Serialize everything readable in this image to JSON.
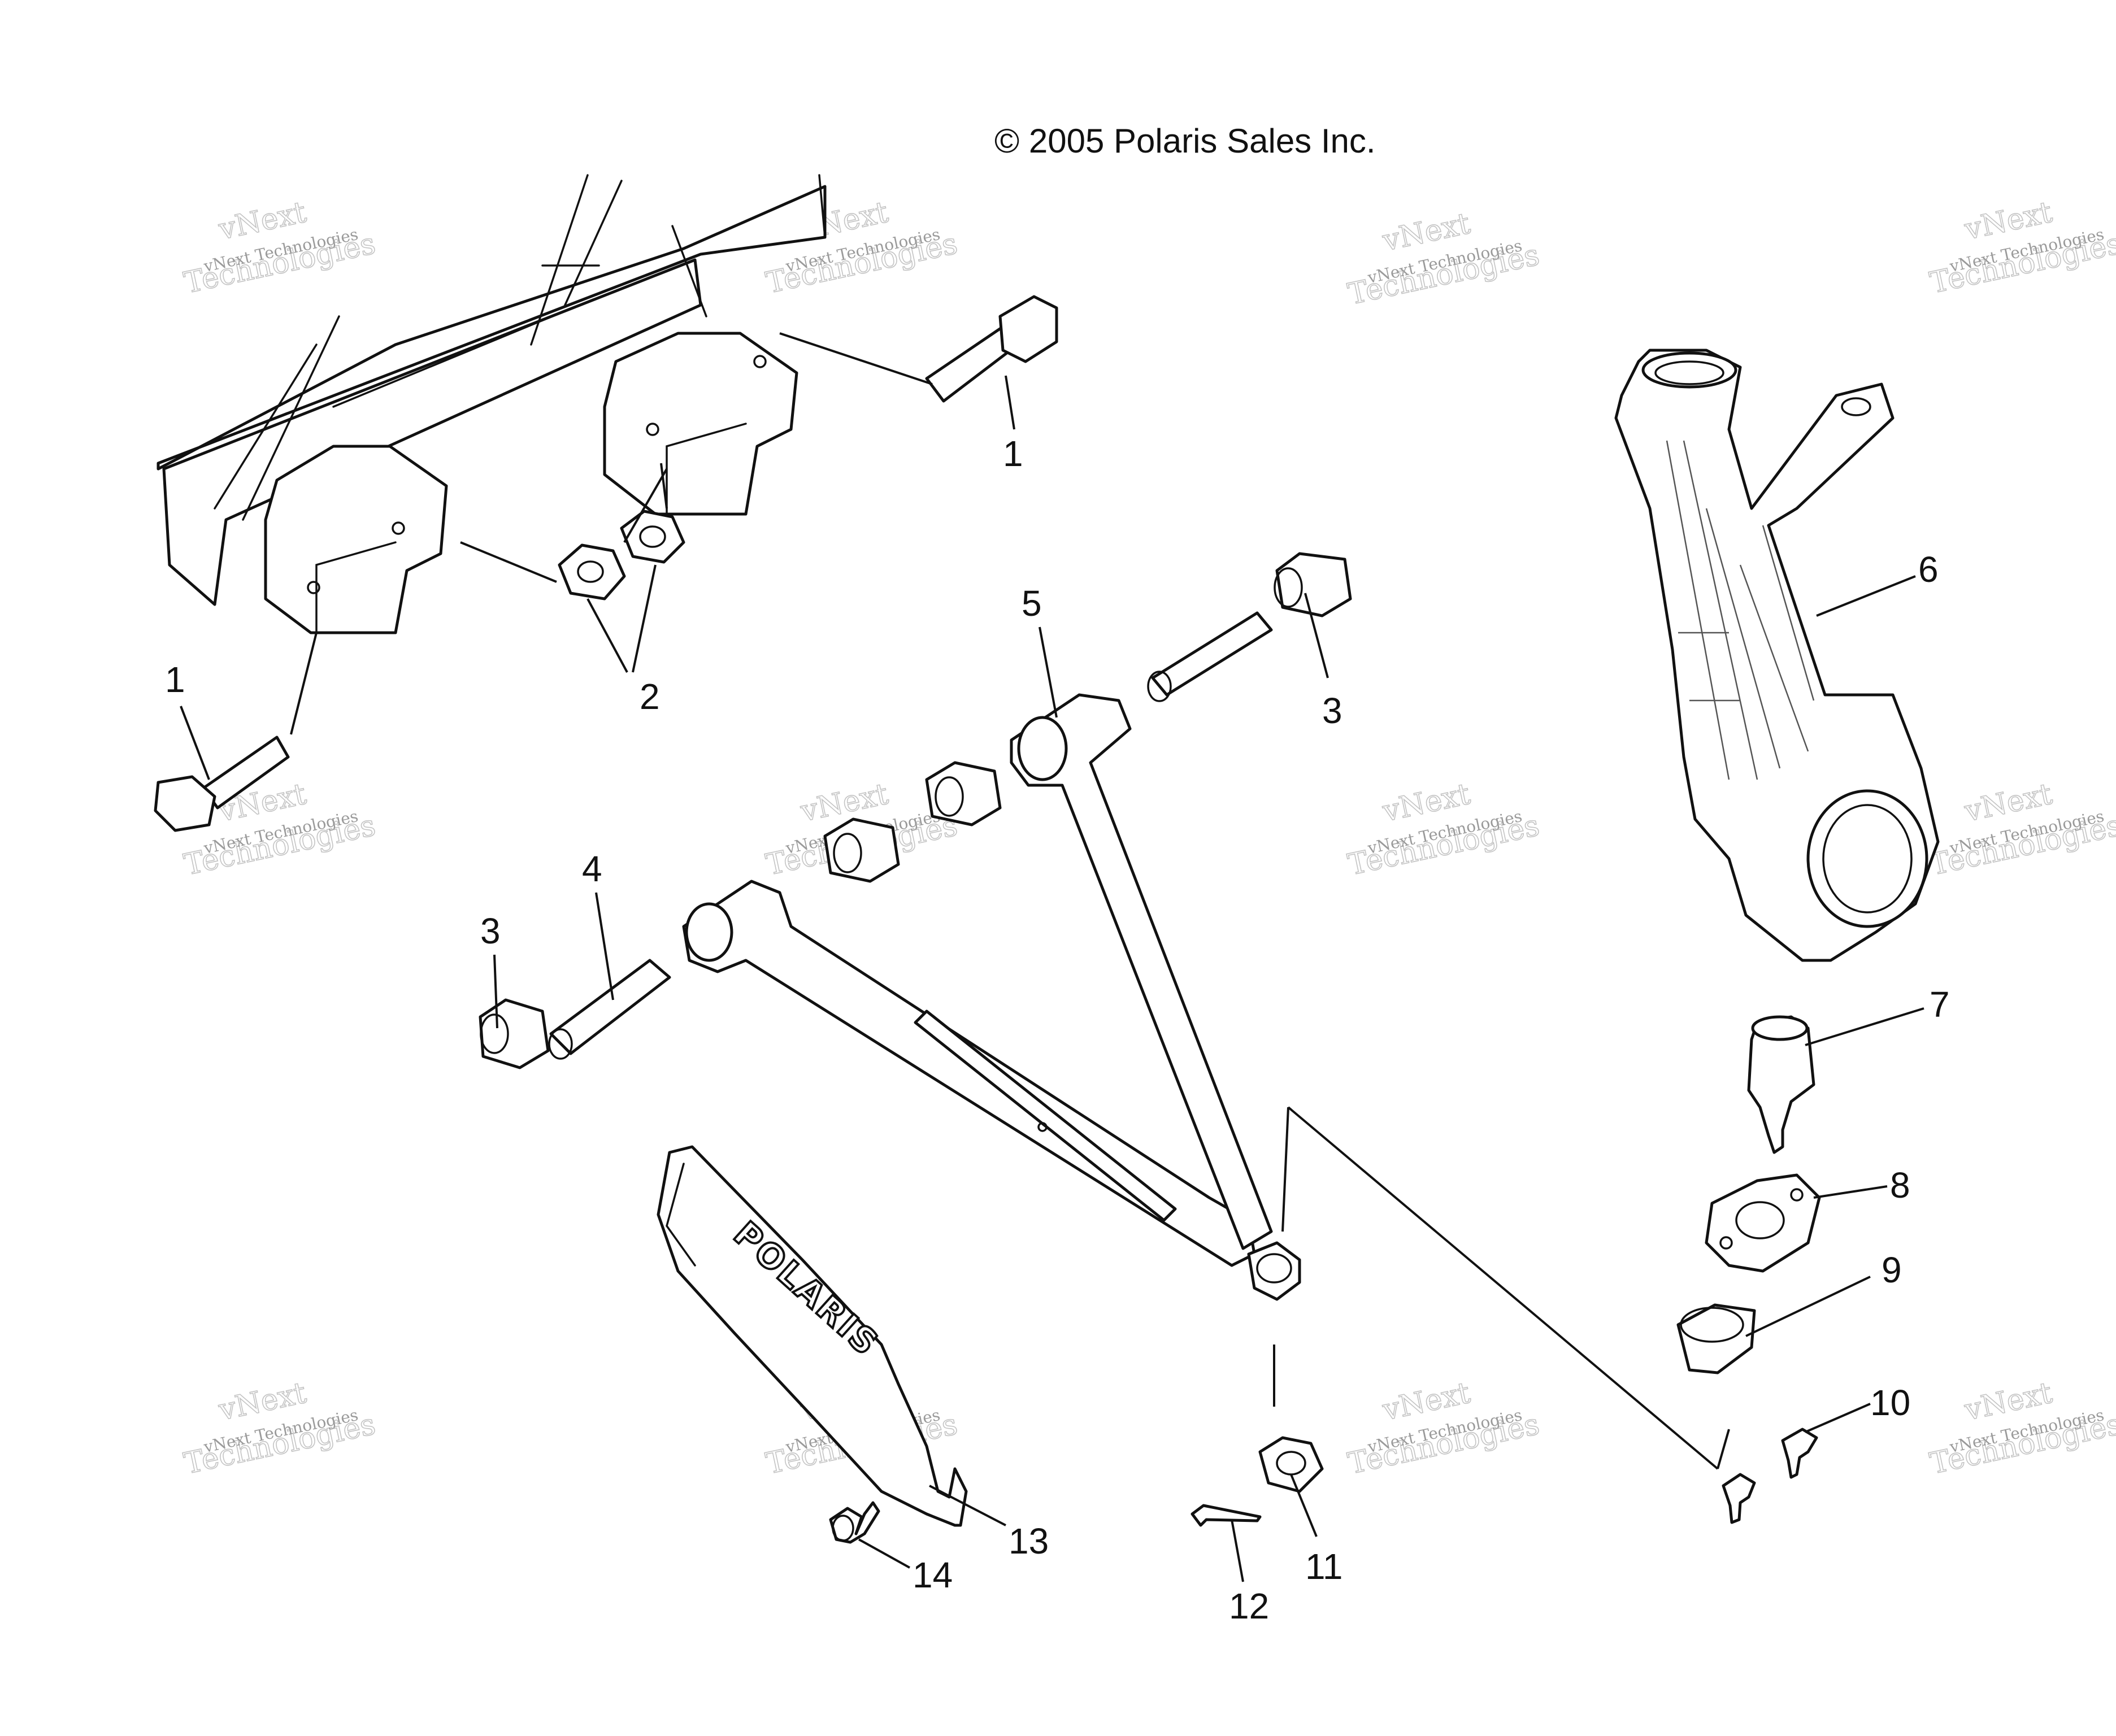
{
  "copyright": "© 2005 Polaris Sales Inc.",
  "watermark": {
    "line_small": "vNext Technologies",
    "line_big_top": "vNext",
    "line_big_bottom": "Technologies"
  },
  "logo_text": "POLARIS",
  "callouts": {
    "c1a": "1",
    "c1b": "1",
    "c2": "2",
    "c3a": "3",
    "c3b": "3",
    "c4": "4",
    "c5": "5",
    "c6": "6",
    "c7": "7",
    "c8": "8",
    "c9": "9",
    "c10": "10",
    "c11": "11",
    "c12": "12",
    "c13": "13",
    "c14": "14"
  }
}
